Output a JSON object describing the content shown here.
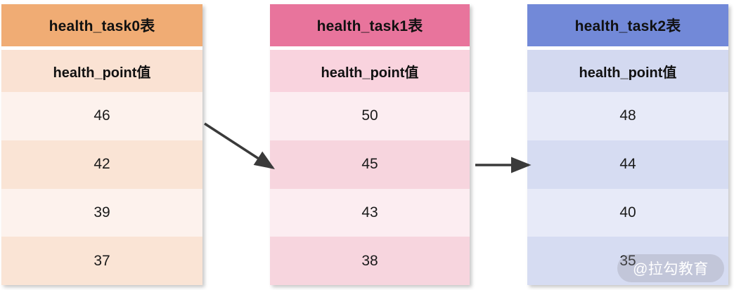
{
  "diagram": {
    "title_suffix": "表",
    "tables": [
      {
        "name": "health_task0表",
        "column_header": "health_point值",
        "accent": "#f0ac74",
        "values": [
          "46",
          "42",
          "39",
          "37"
        ]
      },
      {
        "name": "health_task1表",
        "column_header": "health_point值",
        "accent": "#e8749c",
        "values": [
          "50",
          "45",
          "43",
          "38"
        ]
      },
      {
        "name": "health_task2表",
        "column_header": "health_point值",
        "accent": "#7289d8",
        "values": [
          "48",
          "44",
          "40",
          "35"
        ]
      }
    ],
    "arrows": [
      {
        "name": "arrow-task0-to-task1",
        "style": "diagonal",
        "color": "#3a3a3a"
      },
      {
        "name": "arrow-task1-to-task2",
        "style": "horizontal",
        "color": "#3a3a3a"
      }
    ]
  },
  "watermark": {
    "text": "@拉勾教育"
  }
}
